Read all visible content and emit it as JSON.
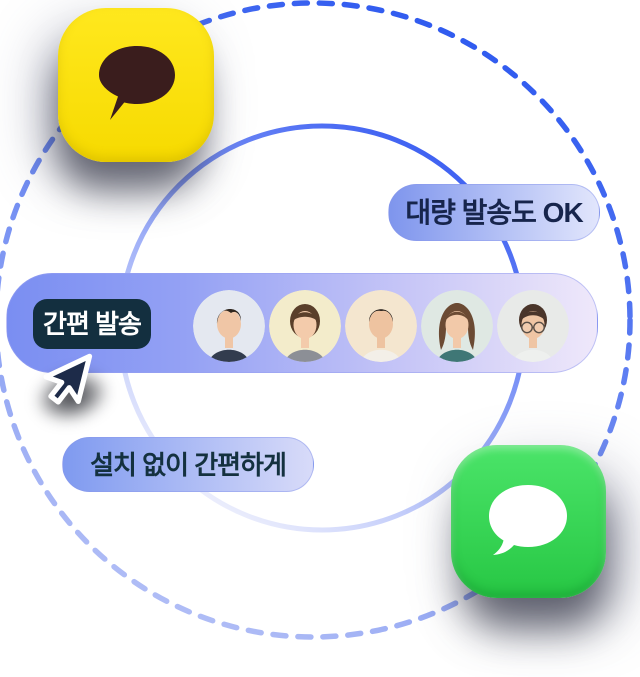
{
  "scene": {
    "bulk_badge_label": "대량 발송도 OK",
    "easy_send_button_label": "간편 발송",
    "no_install_pill_label": "설치 없이 간편하게"
  },
  "colors": {
    "background": "#ffffff",
    "dashed_ring_from": "#2b57ef",
    "dashed_ring_to": "#b8c3f6",
    "solid_ring_from": "#3c5ff2",
    "solid_ring_to": "#f2f3fd",
    "bar_g1": "#7a8ef2",
    "bar_g2": "#94a1f4",
    "bar_g3": "#c7c6f7",
    "bar_g4": "#efe8fa",
    "badge_g1": "#7e95ed",
    "badge_g2": "#e2e6fc",
    "badge_text": "#17254c",
    "pill_g1": "#7f9af0",
    "pill_g2": "#d8dbf9",
    "pill_text": "#14313f",
    "button_bg": "#132f3f",
    "button_text": "#ffffff",
    "kakao_yellow_top": "#ffe81e",
    "kakao_yellow_bottom": "#f6da00",
    "kakao_bubble": "#3a1d1d",
    "imessage_green_top": "#4be469",
    "imessage_green_bottom": "#27c744",
    "imessage_bubble": "#ffffff",
    "cursor_fill": "#1d2b49",
    "cursor_outline": "#ffffff"
  },
  "avatars": [
    {
      "desc": "man with dark side-swept hair, navy top",
      "bg": "#e4e8f0",
      "hair": "#2f261e",
      "skin": "#f0c6a6",
      "top": "#323c4e"
    },
    {
      "desc": "woman with brown bangs, cream background",
      "bg": "#f3eccb",
      "hair": "#5a3f2a",
      "skin": "#f3cbab",
      "top": "#8c8f96"
    },
    {
      "desc": "man with neat dark hair, white shirt",
      "bg": "#f4e6cf",
      "hair": "#241d18",
      "skin": "#eec3a0",
      "top": "#f3efe8"
    },
    {
      "desc": "woman with wavy auburn hair, teal top",
      "bg": "#dfe8e3",
      "hair": "#6b4a33",
      "skin": "#f2c9a9",
      "top": "#3f7776"
    },
    {
      "desc": "woman with round glasses, white shirt",
      "bg": "#e8eae8",
      "hair": "#4a352a",
      "skin": "#efc5a4",
      "top": "#eef0ee"
    }
  ]
}
